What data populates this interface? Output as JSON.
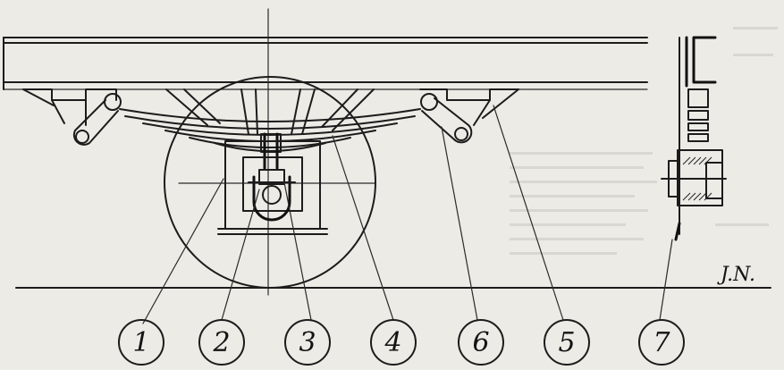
{
  "figure": {
    "callouts": [
      {
        "label": "1"
      },
      {
        "label": "2"
      },
      {
        "label": "3"
      },
      {
        "label": "4"
      },
      {
        "label": "6"
      },
      {
        "label": "5"
      },
      {
        "label": "7"
      }
    ],
    "signature": "J.N."
  },
  "colors": {
    "paper": "#ecebe6",
    "ink": "#1c1c1c",
    "bleed_text": "#c9c8c2"
  }
}
